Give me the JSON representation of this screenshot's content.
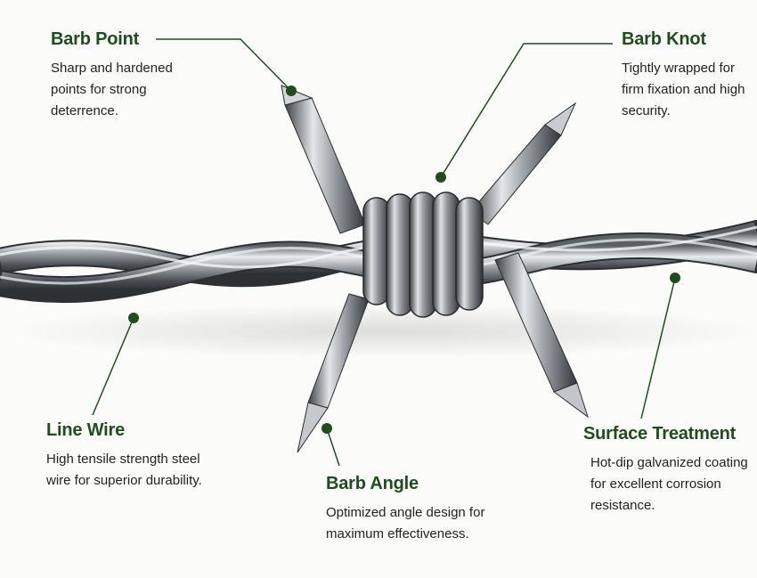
{
  "accent_color": "#1f4d1c",
  "callouts": {
    "barb_point": {
      "title": "Barb Point",
      "description": "Sharp and hardened points for strong deterrence."
    },
    "barb_knot": {
      "title": "Barb Knot",
      "description": "Tightly wrapped for firm fixation and high security."
    },
    "line_wire": {
      "title": "Line Wire",
      "description": "High tensile strength steel wire for superior durability."
    },
    "barb_angle": {
      "title": "Barb Angle",
      "description": "Optimized angle design for maximum effectiveness."
    },
    "surface_treatment": {
      "title": "Surface Treatment",
      "description": "Hot-dip galvanized coating for excellent corrosion resistance."
    }
  }
}
